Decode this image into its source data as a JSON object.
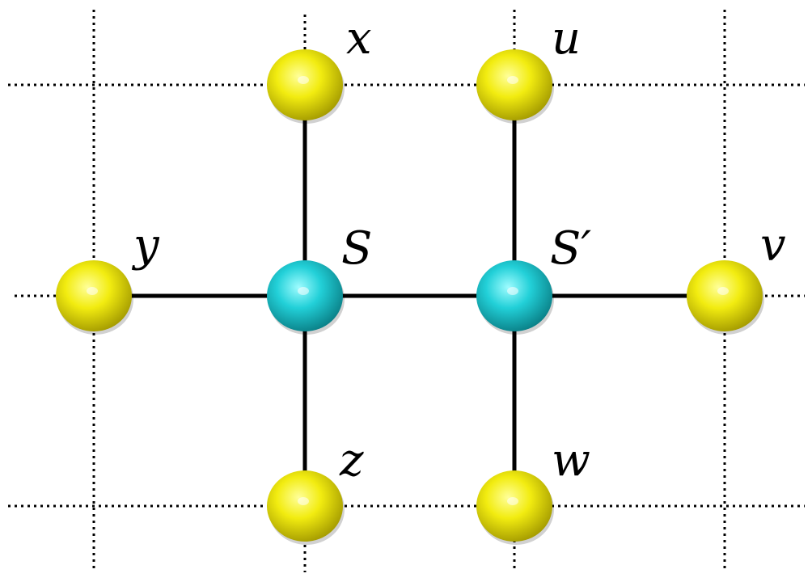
{
  "colors": {
    "background": "#ffffff",
    "neighbor_site": "#e6e000",
    "center_site": "#18c6cc",
    "bond": "#000000",
    "grid": "#000000"
  },
  "sites": {
    "S": {
      "label": "S",
      "kind": "center"
    },
    "S_prime": {
      "label": "S′",
      "kind": "center"
    },
    "x": {
      "label": "x",
      "kind": "neighbor"
    },
    "u": {
      "label": "u",
      "kind": "neighbor"
    },
    "y": {
      "label": "y",
      "kind": "neighbor"
    },
    "v": {
      "label": "v",
      "kind": "neighbor"
    },
    "z": {
      "label": "z",
      "kind": "neighbor"
    },
    "w": {
      "label": "w",
      "kind": "neighbor"
    }
  },
  "bonds": [
    [
      "S",
      "x"
    ],
    [
      "S",
      "y"
    ],
    [
      "S",
      "z"
    ],
    [
      "S",
      "S_prime"
    ],
    [
      "S_prime",
      "u"
    ],
    [
      "S_prime",
      "v"
    ],
    [
      "S_prime",
      "w"
    ]
  ]
}
